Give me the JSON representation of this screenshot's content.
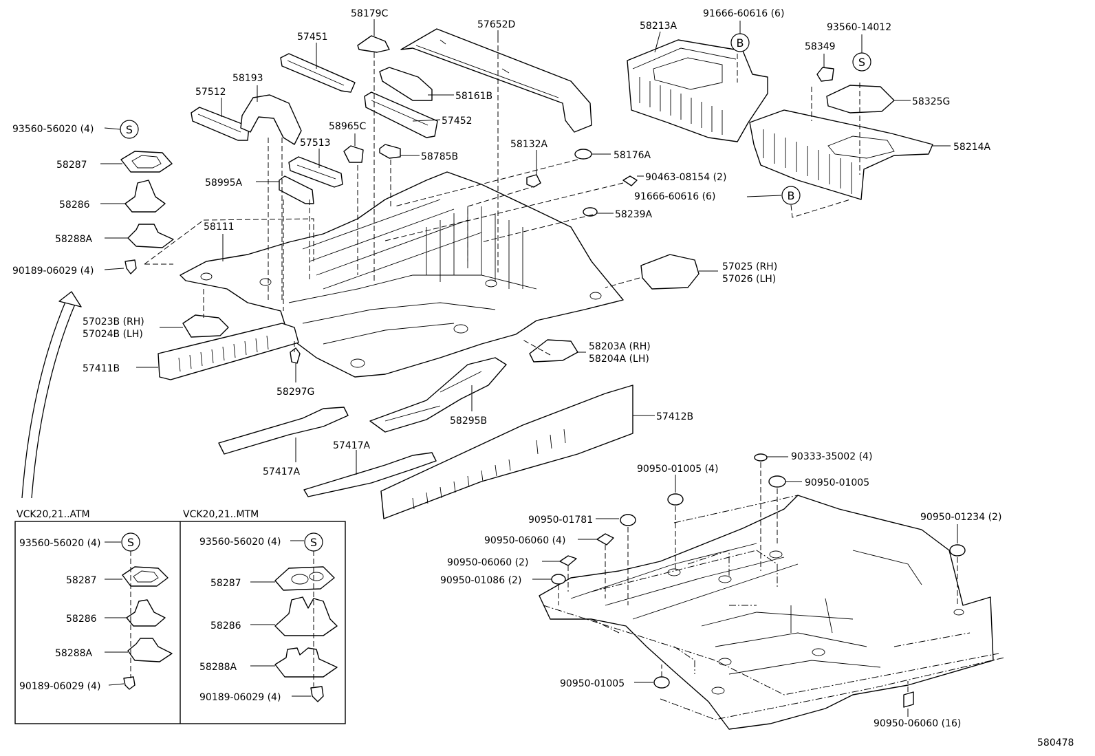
{
  "diagram_id": "580478",
  "symbols": {
    "s": "S",
    "b": "B"
  },
  "labels": {
    "l58179C": "58179C",
    "l57652D": "57652D",
    "l58213A": "58213A",
    "l91666_top": "91666-60616 (6)",
    "l93560_14012": "93560-14012",
    "l58349": "58349",
    "l57451": "57451",
    "l58193": "58193",
    "l57512": "57512",
    "l58161B": "58161B",
    "l57452": "57452",
    "l58325G": "58325G",
    "l93560_56020_main": "93560-56020 (4)",
    "l58965C": "58965C",
    "l58214A": "58214A",
    "l58287_main": "58287",
    "l57513": "57513",
    "l58132A": "58132A",
    "l58785B": "58785B",
    "l58176A": "58176A",
    "l58286_main": "58286",
    "l58995A": "58995A",
    "l90463": "90463-08154 (2)",
    "l91666_bot": "91666-60616 (6)",
    "l58111": "58111",
    "l58288A_main": "58288A",
    "l58239A": "58239A",
    "l90189_main": "90189-06029 (4)",
    "l57025": "57025 (RH)",
    "l57026": "57026 (LH)",
    "l57023B": "57023B (RH)",
    "l57024B": "57024B (LH)",
    "l58203A": "58203A (RH)",
    "l58204A": "58204A (LH)",
    "l57411B": "57411B",
    "l58297G": "58297G",
    "l58295B": "58295B",
    "l57412B": "57412B",
    "l57417A_a": "57417A",
    "l57417A_b": "57417A",
    "l90333": "90333-35002 (4)",
    "l90950_01005_4": "90950-01005 (4)",
    "l90950_01005_r": "90950-01005",
    "l90950_01781": "90950-01781",
    "l90950_01234": "90950-01234 (2)",
    "l90950_06060_4": "90950-06060 (4)",
    "l90950_06060_2": "90950-06060 (2)",
    "l90950_01086": "90950-01086 (2)",
    "l90950_01005_b": "90950-01005",
    "l90950_06060_16": "90950-06060 (16)",
    "atm_title": "VCK20,21..ATM",
    "mtm_title": "VCK20,21..MTM",
    "atm_93560": "93560-56020 (4)",
    "atm_58287": "58287",
    "atm_58286": "58286",
    "atm_58288A": "58288A",
    "atm_90189": "90189-06029 (4)",
    "mtm_93560": "93560-56020 (4)",
    "mtm_58287": "58287",
    "mtm_58286": "58286",
    "mtm_58288A": "58288A",
    "mtm_90189": "90189-06029 (4)"
  }
}
